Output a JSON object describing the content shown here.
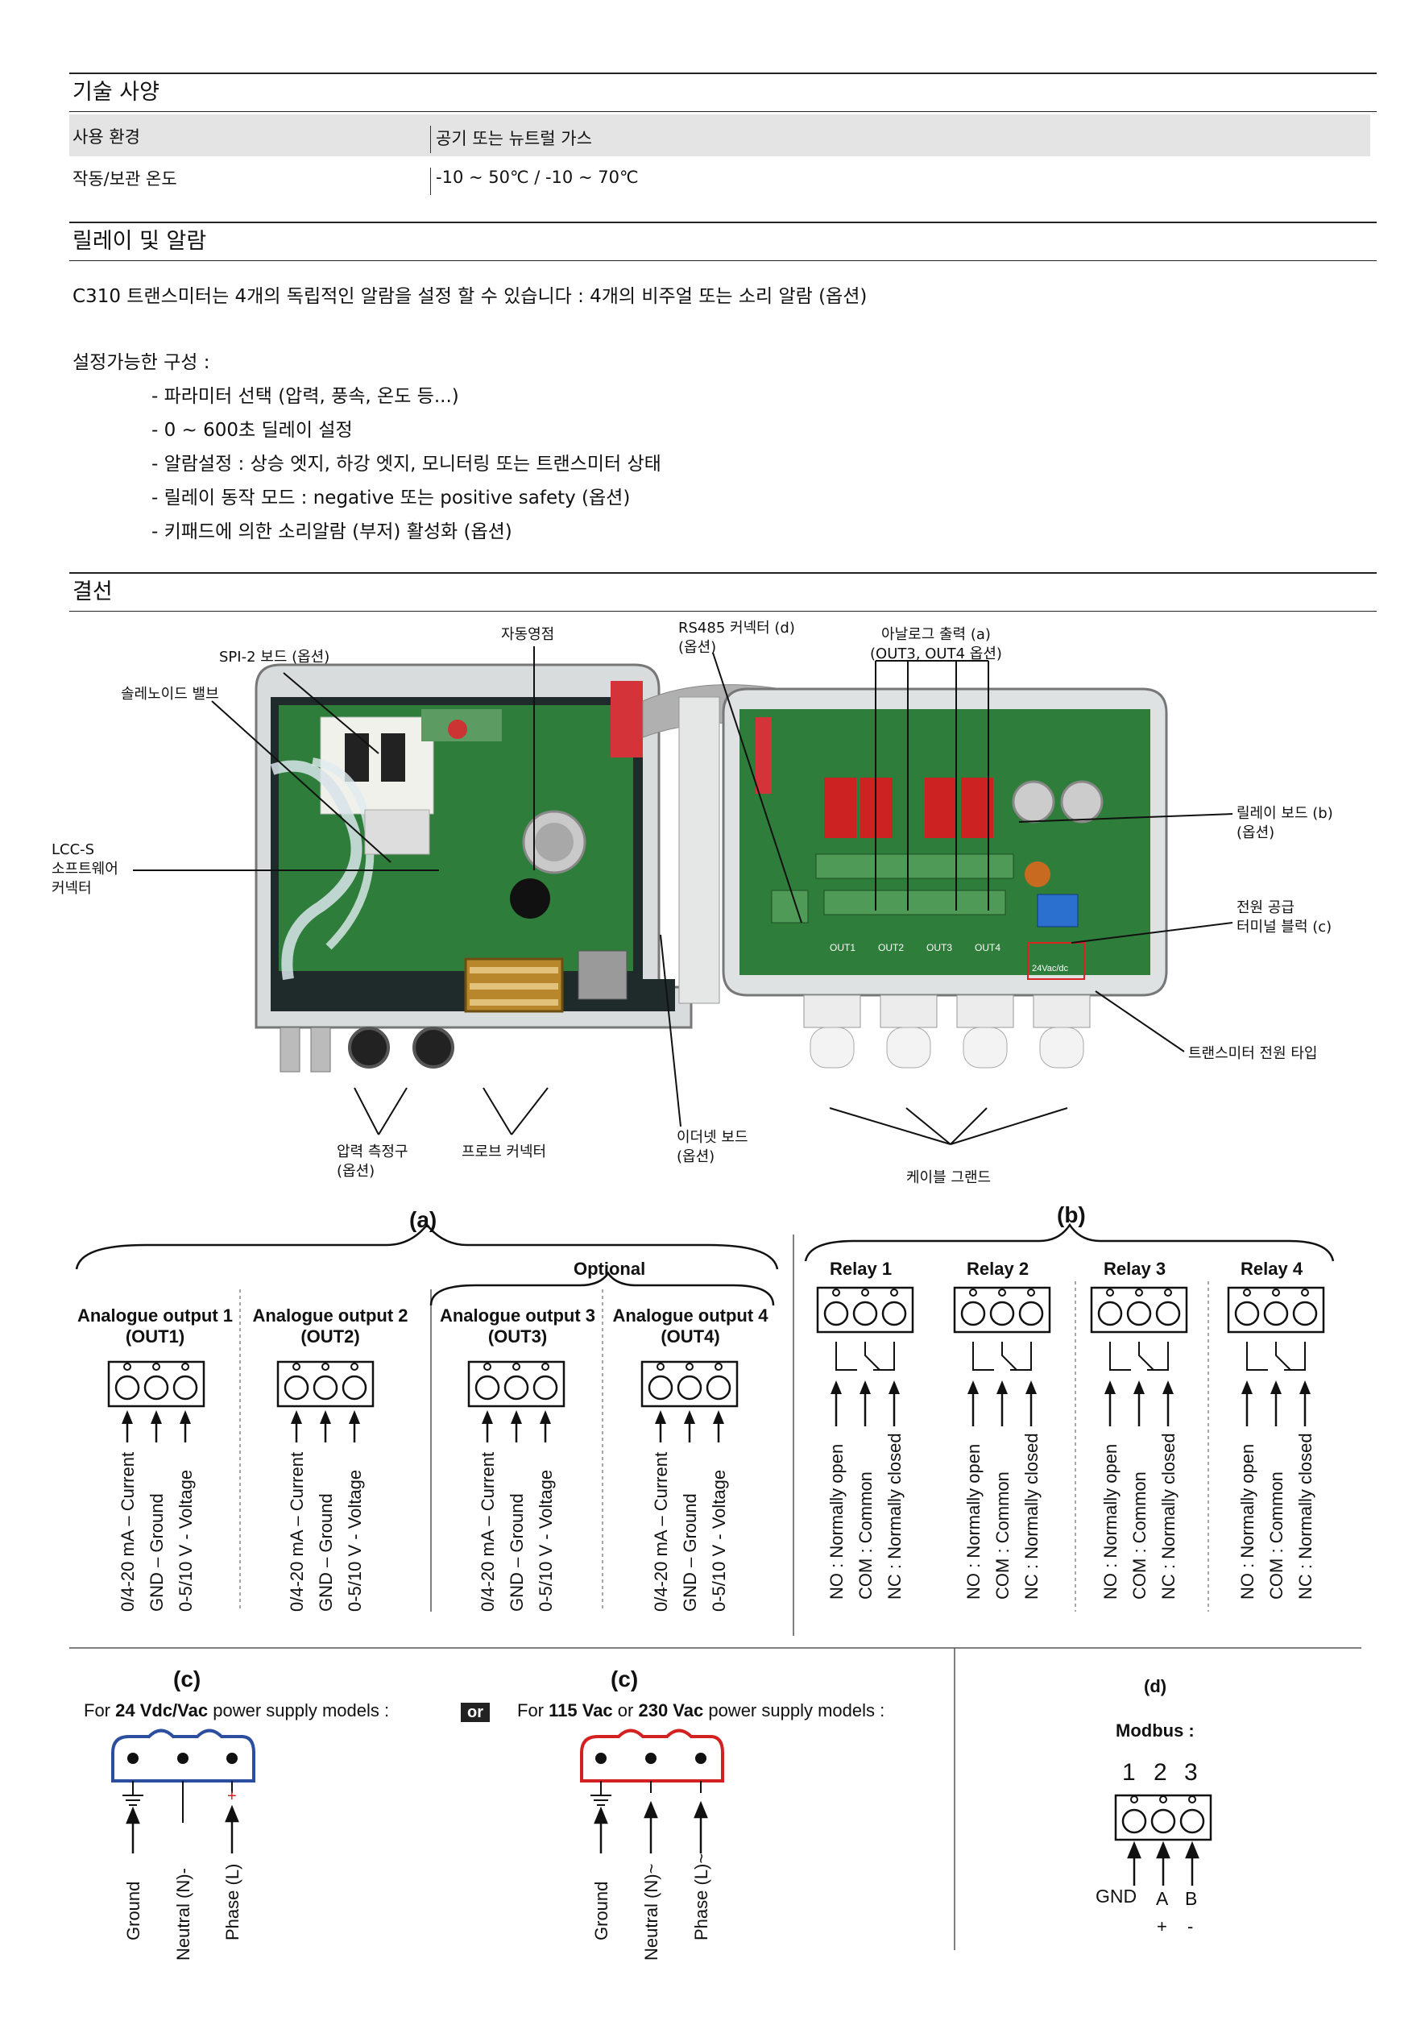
{
  "spec": {
    "title": "기술 사양",
    "rows": [
      {
        "key": "사용 환경",
        "value": "공기 또는 뉴트럴 가스"
      },
      {
        "key": "작동/보관 온도",
        "value": "-10 ~ 50℃ / -10 ~ 70℃"
      }
    ]
  },
  "relay": {
    "title": "릴레이 및 알람",
    "intro": "C310 트랜스미터는 4개의 독립적인 알람을 설정 할 수 있습니다 : 4개의 비주얼 또는 소리 알람 (옵션)",
    "config_title": "설정가능한 구성 :",
    "items": [
      "- 파라미터 선택 (압력, 풍속, 온도 등...)",
      "- 0 ~ 600초 딜레이 설정",
      "- 알람설정 : 상승 엣지, 하강 엣지, 모니터링 또는 트랜스미터 상태",
      "- 릴레이 동작 모드 : negative 또는 positive safety (옵션)",
      "- 키패드에 의한 소리알람 (부저) 활성화 (옵션)"
    ]
  },
  "wiring": {
    "title": "결선",
    "callouts": {
      "auto_zero": "자동영점",
      "spi2_board": "SPI-2 보드 (옵션)",
      "solenoid": "솔레노이드 밸브",
      "lccs_1": "LCC-S",
      "lccs_2": "소프트웨어",
      "lccs_3": "커넥터",
      "rs485_1": "RS485 커넥터 (d)",
      "rs485_2": "(옵션)",
      "analog_1": "아날로그 출력 (a)",
      "analog_2": "(OUT3, OUT4 옵션)",
      "relay_board_1": "릴레이 보드 (b)",
      "relay_board_2": "(옵션)",
      "power_terminal_1": "전원 공급",
      "power_terminal_2": "터미널 블럭 (c)",
      "power_type": "트랜스미터 전원 타입",
      "pressure_1": "압력 측정구",
      "pressure_2": "(옵션)",
      "probe": "프로브 커넥터",
      "ethernet_1": "이더넷 보드",
      "ethernet_2": "(옵션)",
      "cable_gland": "케이블 그랜드",
      "board_marks": [
        "OUT1",
        "OUT2",
        "OUT3",
        "OUT4",
        "24Vac/dc"
      ]
    }
  },
  "analog": {
    "label": "(a)",
    "optional": "Optional",
    "outputs": [
      {
        "name": "Analogue output 1",
        "code": "(OUT1)"
      },
      {
        "name": "Analogue output 2",
        "code": "(OUT2)"
      },
      {
        "name": "Analogue output 3",
        "code": "(OUT3)"
      },
      {
        "name": "Analogue output 4",
        "code": "(OUT4)"
      }
    ],
    "pins": [
      "0/4-20 mA – Current",
      "GND – Ground",
      "0-5/10 V - Voltage"
    ]
  },
  "relays": {
    "label": "(b)",
    "names": [
      "Relay 1",
      "Relay 2",
      "Relay 3",
      "Relay 4"
    ],
    "pins": [
      "NO : Normally open",
      "COM : Common",
      "NC : Normally closed"
    ]
  },
  "power": {
    "label_left": "(c)",
    "label_right": "(c)",
    "left_pre": "For ",
    "left_bold": "24 Vdc/Vac",
    "left_post": " power supply models :",
    "or": "or",
    "right_pre": "For ",
    "right_bold1": "115 Vac",
    "right_mid": " or ",
    "right_bold2": "230 Vac",
    "right_post": " power supply models :",
    "left_pins": [
      "Ground",
      "Neutral (N)-",
      "Phase (L)"
    ],
    "left_plus": "+",
    "right_pins": [
      "Ground",
      "Neutral (N)~",
      "Phase (L)~"
    ],
    "colors": {
      "left": "#2b4f9e",
      "right": "#d32020"
    }
  },
  "modbus": {
    "label": "(d)",
    "title": "Modbus  :",
    "numbers": [
      "1",
      "2",
      "3"
    ],
    "pins": [
      "GND",
      "A",
      "B"
    ],
    "signs": [
      "+",
      "-"
    ]
  }
}
